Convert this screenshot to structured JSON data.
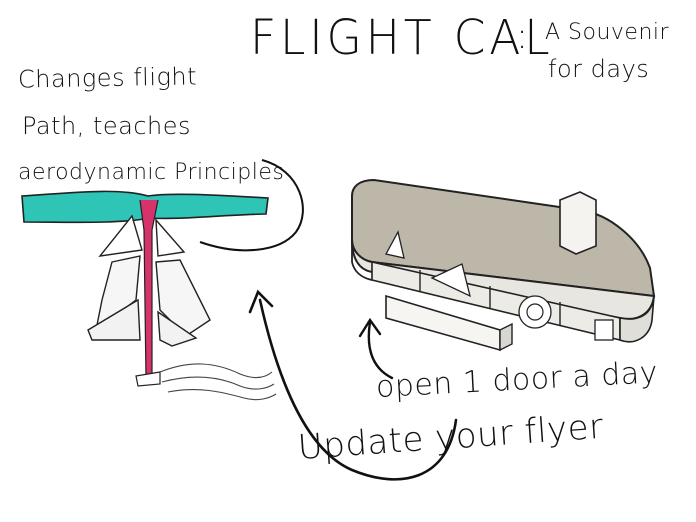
{
  "title": "FLIGHT CAL",
  "title_colon": ":",
  "subtitle": [
    "A Souvenir",
    "for days"
  ],
  "flyer_note": [
    "Changes flight",
    "Path, teaches",
    "aerodynamic Principles"
  ],
  "calendar_label": "open 1 door a day",
  "flyer_label": "Update your flyer",
  "colors": {
    "rotor": "#2ec4b6",
    "stick": "#d6336c",
    "calendar_top": "#b9b3a6",
    "ink": "#111111"
  },
  "icons": [
    "paper-flyer-drawing",
    "calendar-box-drawing",
    "curved-arrow-to-flyer",
    "curved-arrow-to-calendar",
    "wind-lines"
  ]
}
